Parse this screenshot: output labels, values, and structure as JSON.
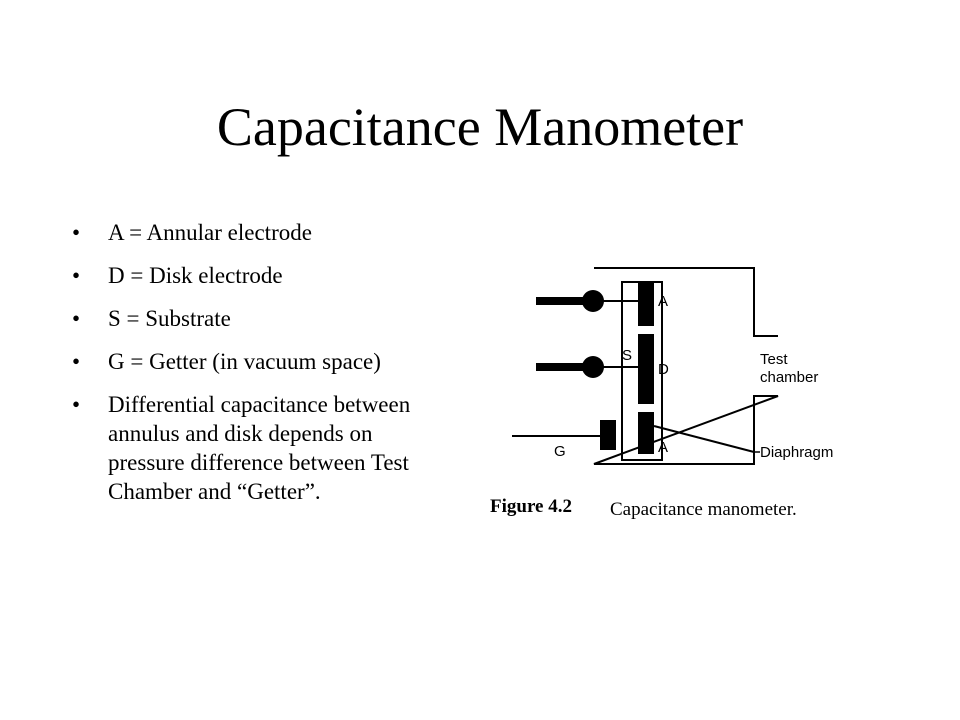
{
  "slide": {
    "title": "Capacitance Manometer",
    "bullets": [
      "A = Annular electrode",
      "D = Disk electrode",
      "S = Substrate",
      "G = Getter (in vacuum space)",
      "Differential capacitance between annulus and disk depends on pressure difference between Test Chamber and “Getter”."
    ],
    "bullet_symbol": "•"
  },
  "figure": {
    "label_a_top": "A",
    "label_s": "S",
    "label_d": "D",
    "label_a_bottom": "A",
    "label_g": "G",
    "label_test": "Test",
    "label_chamber": "chamber",
    "label_diaphragm": "Diaphragm",
    "caption_number": "Figure 4.2",
    "caption_text": "Capacitance manometer."
  }
}
